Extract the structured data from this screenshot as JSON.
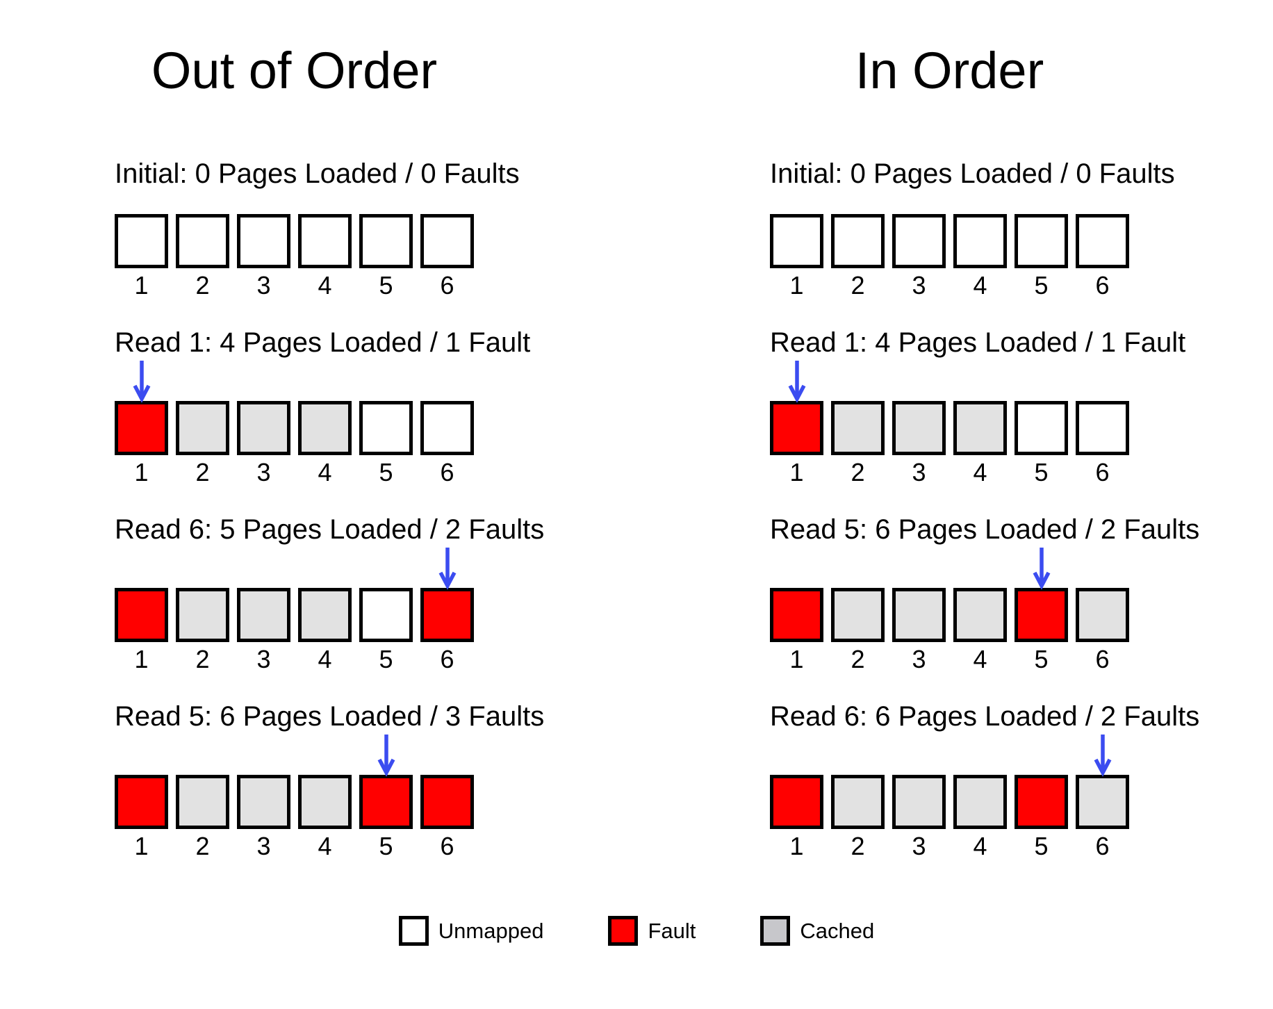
{
  "colors": {
    "fault": "#ff0000",
    "cached_cell": "#e2e2e2",
    "legend_cached": "#c7c7cb",
    "unmapped": "#ffffff",
    "border": "#000000",
    "arrow": "#3b4cf0"
  },
  "cell_labels": [
    "1",
    "2",
    "3",
    "4",
    "5",
    "6"
  ],
  "columns": [
    {
      "title": "Out of Order",
      "rows": [
        {
          "heading": "Initial: 0 Pages Loaded / 0 Faults",
          "cells": [
            "unmapped",
            "unmapped",
            "unmapped",
            "unmapped",
            "unmapped",
            "unmapped"
          ],
          "arrow_at": null
        },
        {
          "heading": "Read 1: 4 Pages Loaded / 1 Fault",
          "cells": [
            "fault",
            "cached",
            "cached",
            "cached",
            "unmapped",
            "unmapped"
          ],
          "arrow_at": 1
        },
        {
          "heading": "Read 6: 5 Pages Loaded / 2 Faults",
          "cells": [
            "fault",
            "cached",
            "cached",
            "cached",
            "unmapped",
            "fault"
          ],
          "arrow_at": 6
        },
        {
          "heading": "Read 5: 6 Pages Loaded / 3 Faults",
          "cells": [
            "fault",
            "cached",
            "cached",
            "cached",
            "fault",
            "fault"
          ],
          "arrow_at": 5
        }
      ]
    },
    {
      "title": "In Order",
      "rows": [
        {
          "heading": "Initial: 0 Pages Loaded / 0 Faults",
          "cells": [
            "unmapped",
            "unmapped",
            "unmapped",
            "unmapped",
            "unmapped",
            "unmapped"
          ],
          "arrow_at": null
        },
        {
          "heading": "Read 1: 4 Pages Loaded / 1 Fault",
          "cells": [
            "fault",
            "cached",
            "cached",
            "cached",
            "unmapped",
            "unmapped"
          ],
          "arrow_at": 1
        },
        {
          "heading": "Read 5: 6 Pages Loaded / 2 Faults",
          "cells": [
            "fault",
            "cached",
            "cached",
            "cached",
            "fault",
            "cached"
          ],
          "arrow_at": 5
        },
        {
          "heading": "Read 6: 6 Pages Loaded / 2 Faults",
          "cells": [
            "fault",
            "cached",
            "cached",
            "cached",
            "fault",
            "cached"
          ],
          "arrow_at": 6
        }
      ]
    }
  ],
  "legend": [
    {
      "label": "Unmapped",
      "state": "unmapped"
    },
    {
      "label": "Fault",
      "state": "fault"
    },
    {
      "label": "Cached",
      "state": "cached"
    }
  ]
}
